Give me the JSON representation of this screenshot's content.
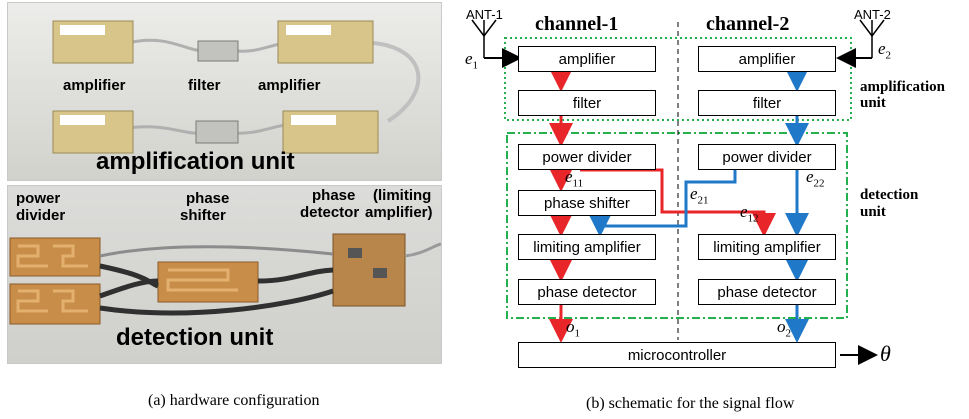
{
  "left_panel": {
    "top_photo": {
      "labels": {
        "amp_left": "amplifier",
        "filter": "filter",
        "amp_right": "amplifier",
        "unit": "amplification unit"
      }
    },
    "bottom_photo": {
      "labels": {
        "power": "power",
        "divider": "divider",
        "phase1": "phase",
        "shifter": "shifter",
        "phase2": "phase",
        "detector": "detector",
        "limiting": "(limiting",
        "amplifier": "amplifier)",
        "unit": "detection unit"
      }
    },
    "caption": "(a) hardware configuration"
  },
  "right_panel": {
    "antennas": {
      "left": "ANT-1",
      "right": "ANT-2"
    },
    "channels": {
      "left": "channel-1",
      "right": "channel-2"
    },
    "signals": {
      "e1": "e",
      "e1_sub": "1",
      "e2": "e",
      "e2_sub": "2",
      "e11": "e",
      "e11_sub": "11",
      "e21": "e",
      "e21_sub": "21",
      "e12": "e",
      "e12_sub": "12",
      "e22": "e",
      "e22_sub": "22",
      "o1": "o",
      "o1_sub": "1",
      "o2": "o",
      "o2_sub": "2",
      "theta": "θ"
    },
    "ch1": {
      "amplifier": "amplifier",
      "filter": "filter",
      "power_divider": "power divider",
      "phase_shifter": "phase shifter",
      "limiting_amplifier": "limiting amplifier",
      "phase_detector": "phase detector"
    },
    "ch2": {
      "amplifier": "amplifier",
      "filter": "filter",
      "power_divider": "power divider",
      "limiting_amplifier": "limiting amplifier",
      "phase_detector": "phase detector"
    },
    "microcontroller": "microcontroller",
    "units": {
      "amplification_1": "amplification",
      "amplification_2": "unit",
      "detection_1": "detection",
      "detection_2": "unit"
    },
    "caption": "(b) schematic for the signal flow",
    "colors": {
      "channel1": "#e8262a",
      "channel2": "#1f78c8",
      "amp_unit_border": "#22b14c",
      "det_unit_border": "#22b14c"
    }
  }
}
